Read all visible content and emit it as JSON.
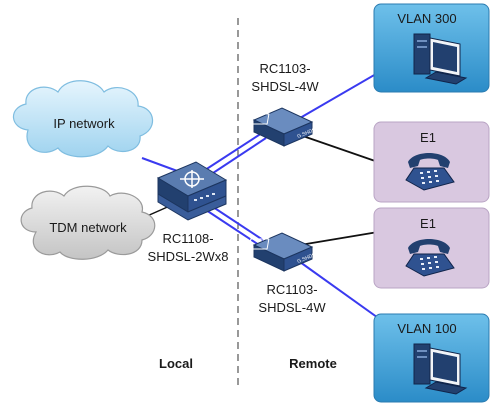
{
  "networks": {
    "ip": "IP network",
    "tdm": "TDM network"
  },
  "central_device": {
    "label_line1": "RC1108-",
    "label_line2": "SHDSL-2Wx8"
  },
  "remote_device_top": {
    "label_line1": "RC1103-",
    "label_line2": "SHDSL-4W",
    "front_text": "G.SHDSL"
  },
  "remote_device_bottom": {
    "label_line1": "RC1103-",
    "label_line2": "SHDSL-4W",
    "front_text": "G.SHDSL"
  },
  "endpoints": {
    "vlan_top": "VLAN 300",
    "e1_top": "E1",
    "e1_bottom": "E1",
    "vlan_bottom": "VLAN 100"
  },
  "zones": {
    "local": "Local",
    "remote": "Remote"
  },
  "colors": {
    "blue_link": "#3a3af0",
    "black_link": "#111111",
    "vlan_box": "#3a9fd6",
    "e1_box": "#d9c8e0",
    "cloud_ip": "#bfe4f7",
    "cloud_tdm": "#d8d8d8",
    "device": "#2d4e8a"
  },
  "icons": [
    "cloud-ip-icon",
    "cloud-tdm-icon",
    "router-icon",
    "modem-icon",
    "computer-icon",
    "telephone-icon"
  ]
}
